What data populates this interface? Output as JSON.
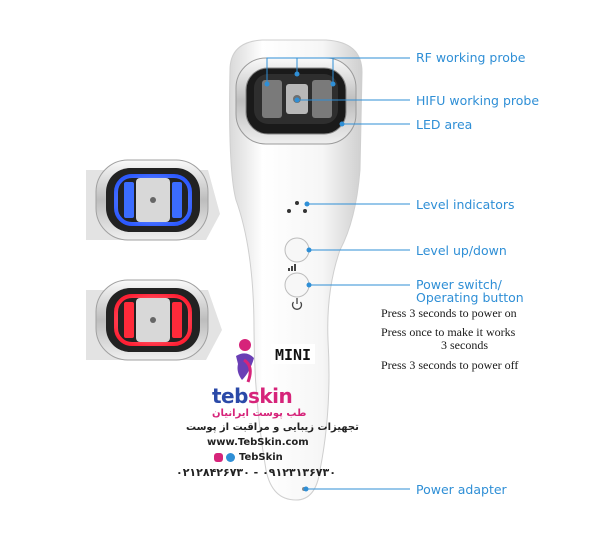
{
  "labels": {
    "rf_probe": "RF working probe",
    "hifu_probe": "HIFU working probe",
    "led_area": "LED area",
    "level_indicators": "Level indicators",
    "level_updown": "Level up/down",
    "power_switch_line1": "Power switch/",
    "power_switch_line2": "Operating button",
    "power_adapter": "Power adapter"
  },
  "notes": {
    "press_on": "Press 3 seconds to power on",
    "press_once_line1": "Press once to make it works",
    "press_once_line2": "3 seconds",
    "press_off": "Press 3 seconds to power off"
  },
  "device": {
    "logo_text": "MINI"
  },
  "watermark": {
    "brand_part1": "teb",
    "brand_part2": "skin",
    "tagline": "طب پوست ایرانیان",
    "subtitle": "تجهیزات زیبایی و مراقبت از پوست",
    "website": "www.TebSkin.com",
    "handle": "TebSkin",
    "phones": "۰۲۱۲۸۴۲۶۷۳۰ - ۰۹۱۲۳۱۳۶۷۳۰"
  },
  "colors": {
    "label_blue": "#2f8fd6",
    "led_blue": "#3b6cff",
    "led_red": "#ff2a3a",
    "brand_blue": "#2b4aa8",
    "brand_pink": "#d6247a"
  }
}
